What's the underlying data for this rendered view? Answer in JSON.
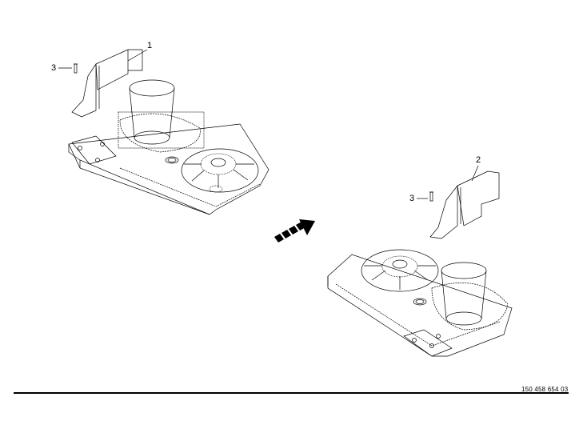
{
  "callouts": {
    "left_bracket": "1",
    "right_bracket": "2",
    "left_bolt": "3",
    "right_bolt": "3"
  },
  "drawing_number": "150 458 654 03",
  "colors": {
    "line": "#000000",
    "background": "#ffffff"
  }
}
